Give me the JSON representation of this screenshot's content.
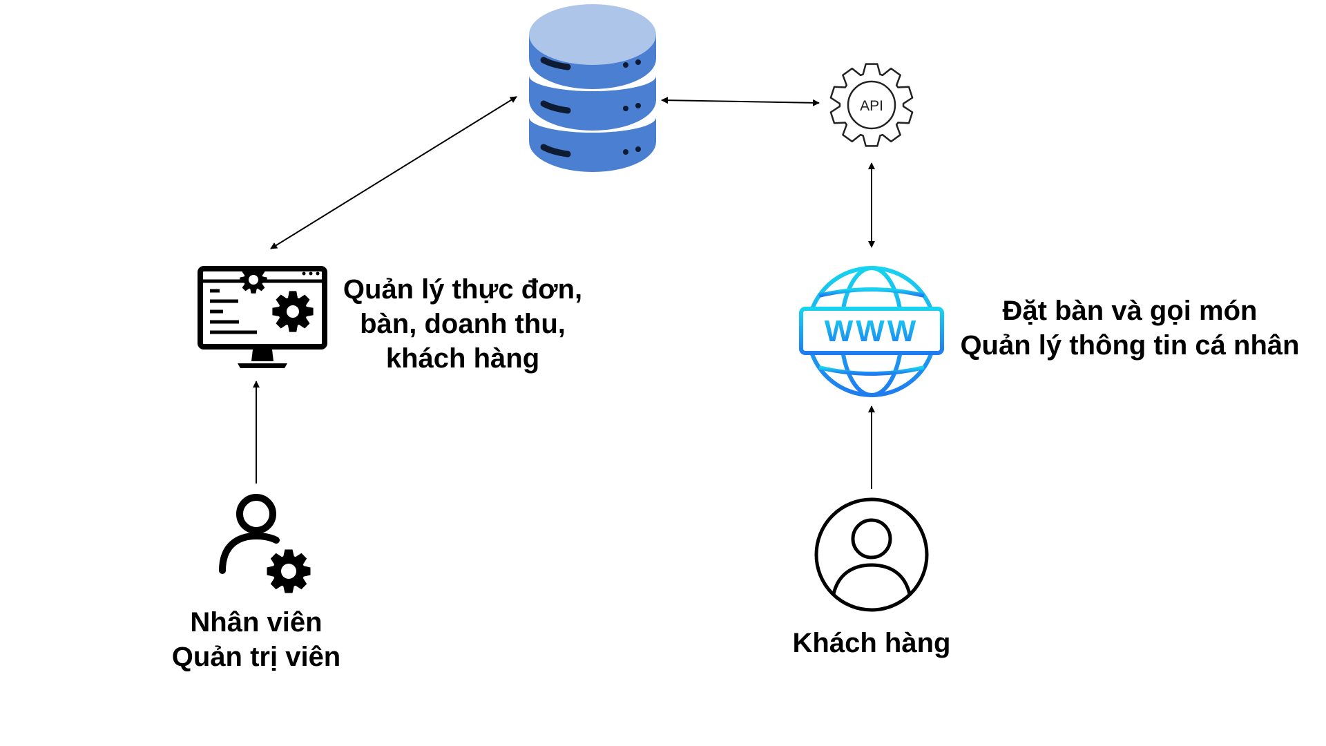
{
  "colors": {
    "db_dark": "#4a7fd2",
    "db_light": "#aec5ea",
    "globe_top": "#17d3f0",
    "globe_bottom": "#1f7cf0",
    "line": "#000000",
    "gear_stroke": "#222222"
  },
  "nodes": {
    "database": {
      "icon": "database-icon"
    },
    "api": {
      "icon": "api-gear-icon",
      "label": "API"
    },
    "admin_app": {
      "icon": "admin-monitor-icon",
      "caption": [
        "Quản lý thực đơn,",
        "bàn, doanh thu,",
        "khách hàng"
      ]
    },
    "website": {
      "icon": "www-globe-icon",
      "label": "WWW",
      "caption": [
        "Đặt bàn và gọi món",
        "Quản lý thông tin cá nhân"
      ]
    },
    "staff": {
      "icon": "user-settings-icon",
      "caption": [
        "Nhân viên",
        "Quản trị viên"
      ]
    },
    "customer": {
      "icon": "user-circle-icon",
      "caption": [
        "Khách hàng"
      ]
    }
  },
  "connections": [
    {
      "from": "admin_app",
      "to": "database",
      "arrows": "both"
    },
    {
      "from": "database",
      "to": "api",
      "arrows": "both"
    },
    {
      "from": "api",
      "to": "website",
      "arrows": "both"
    },
    {
      "from": "staff",
      "to": "admin_app",
      "arrows": "end"
    },
    {
      "from": "customer",
      "to": "website",
      "arrows": "end"
    }
  ]
}
